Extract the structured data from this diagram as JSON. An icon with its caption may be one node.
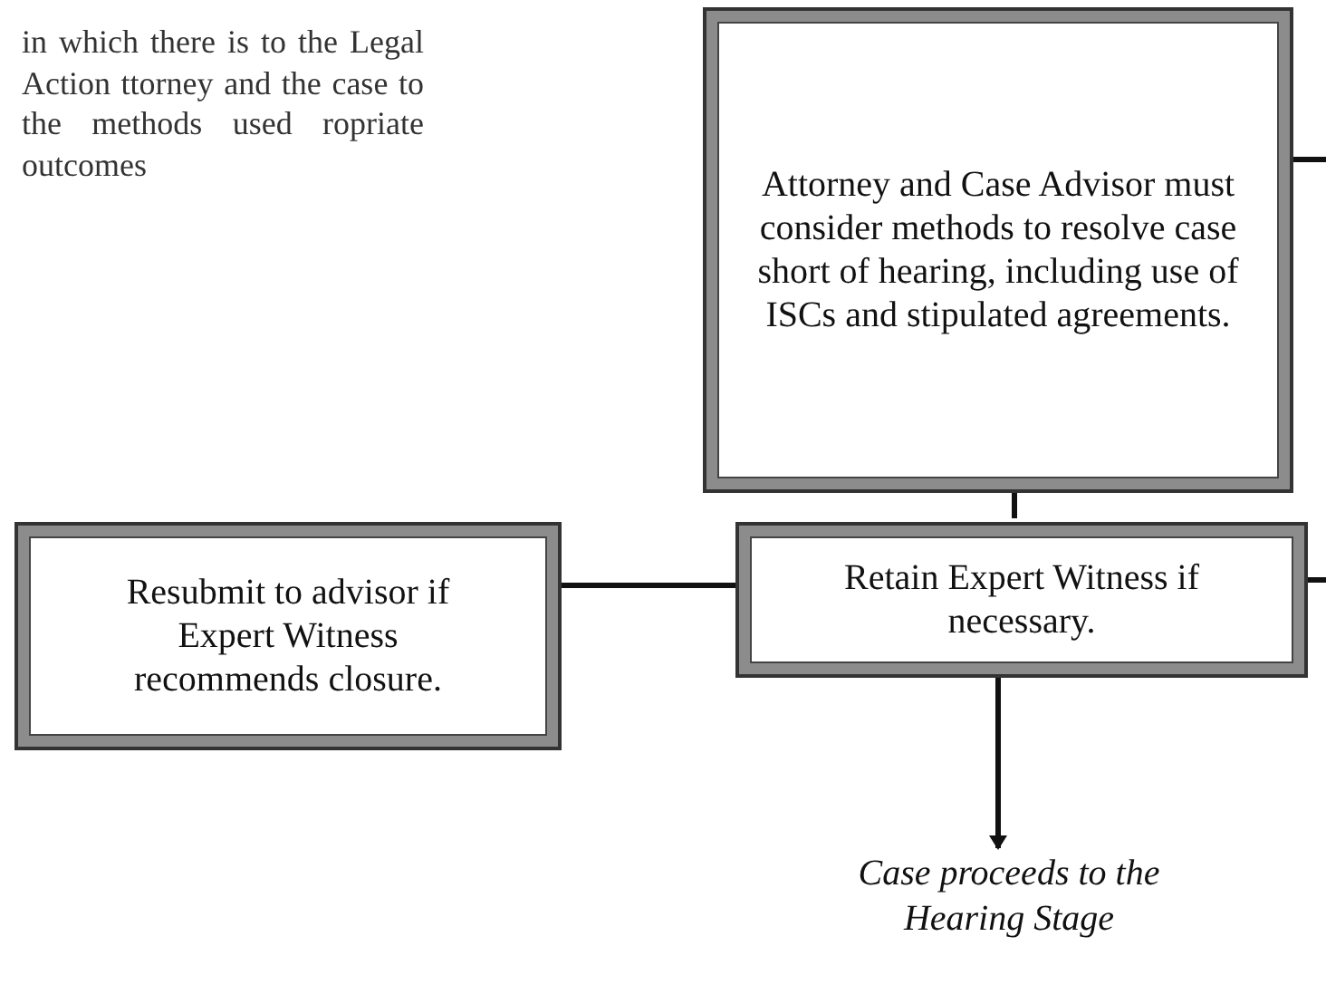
{
  "diagram": {
    "nodes": [
      {
        "text": [
          "Attorney and Case Advisor must consider methods to resolve case short of hearing, including use of ISCs and stipulated agreements."
        ]
      },
      {
        "text": [
          "Resubmit to advisor if Expert Witness recommends closure."
        ]
      },
      {
        "text": [
          "Retain Expert Witness if necessary."
        ]
      },
      {
        "text": [
          "Case proceeds to the Hearing Stage"
        ]
      }
    ],
    "edges": [
      {
        "from": 0,
        "to": 2,
        "arrow": "none"
      },
      {
        "from": 2,
        "to": 1,
        "arrow": "none"
      },
      {
        "from": 2,
        "to": 3,
        "arrow": "to"
      },
      {
        "from": 0,
        "to": null,
        "arrow": "none"
      },
      {
        "from": 2,
        "to": null,
        "arrow": "none"
      }
    ],
    "labels": [
      "in which there is to the Legal Action ttorney and the case to the methods used ropriate outcomes"
    ]
  }
}
